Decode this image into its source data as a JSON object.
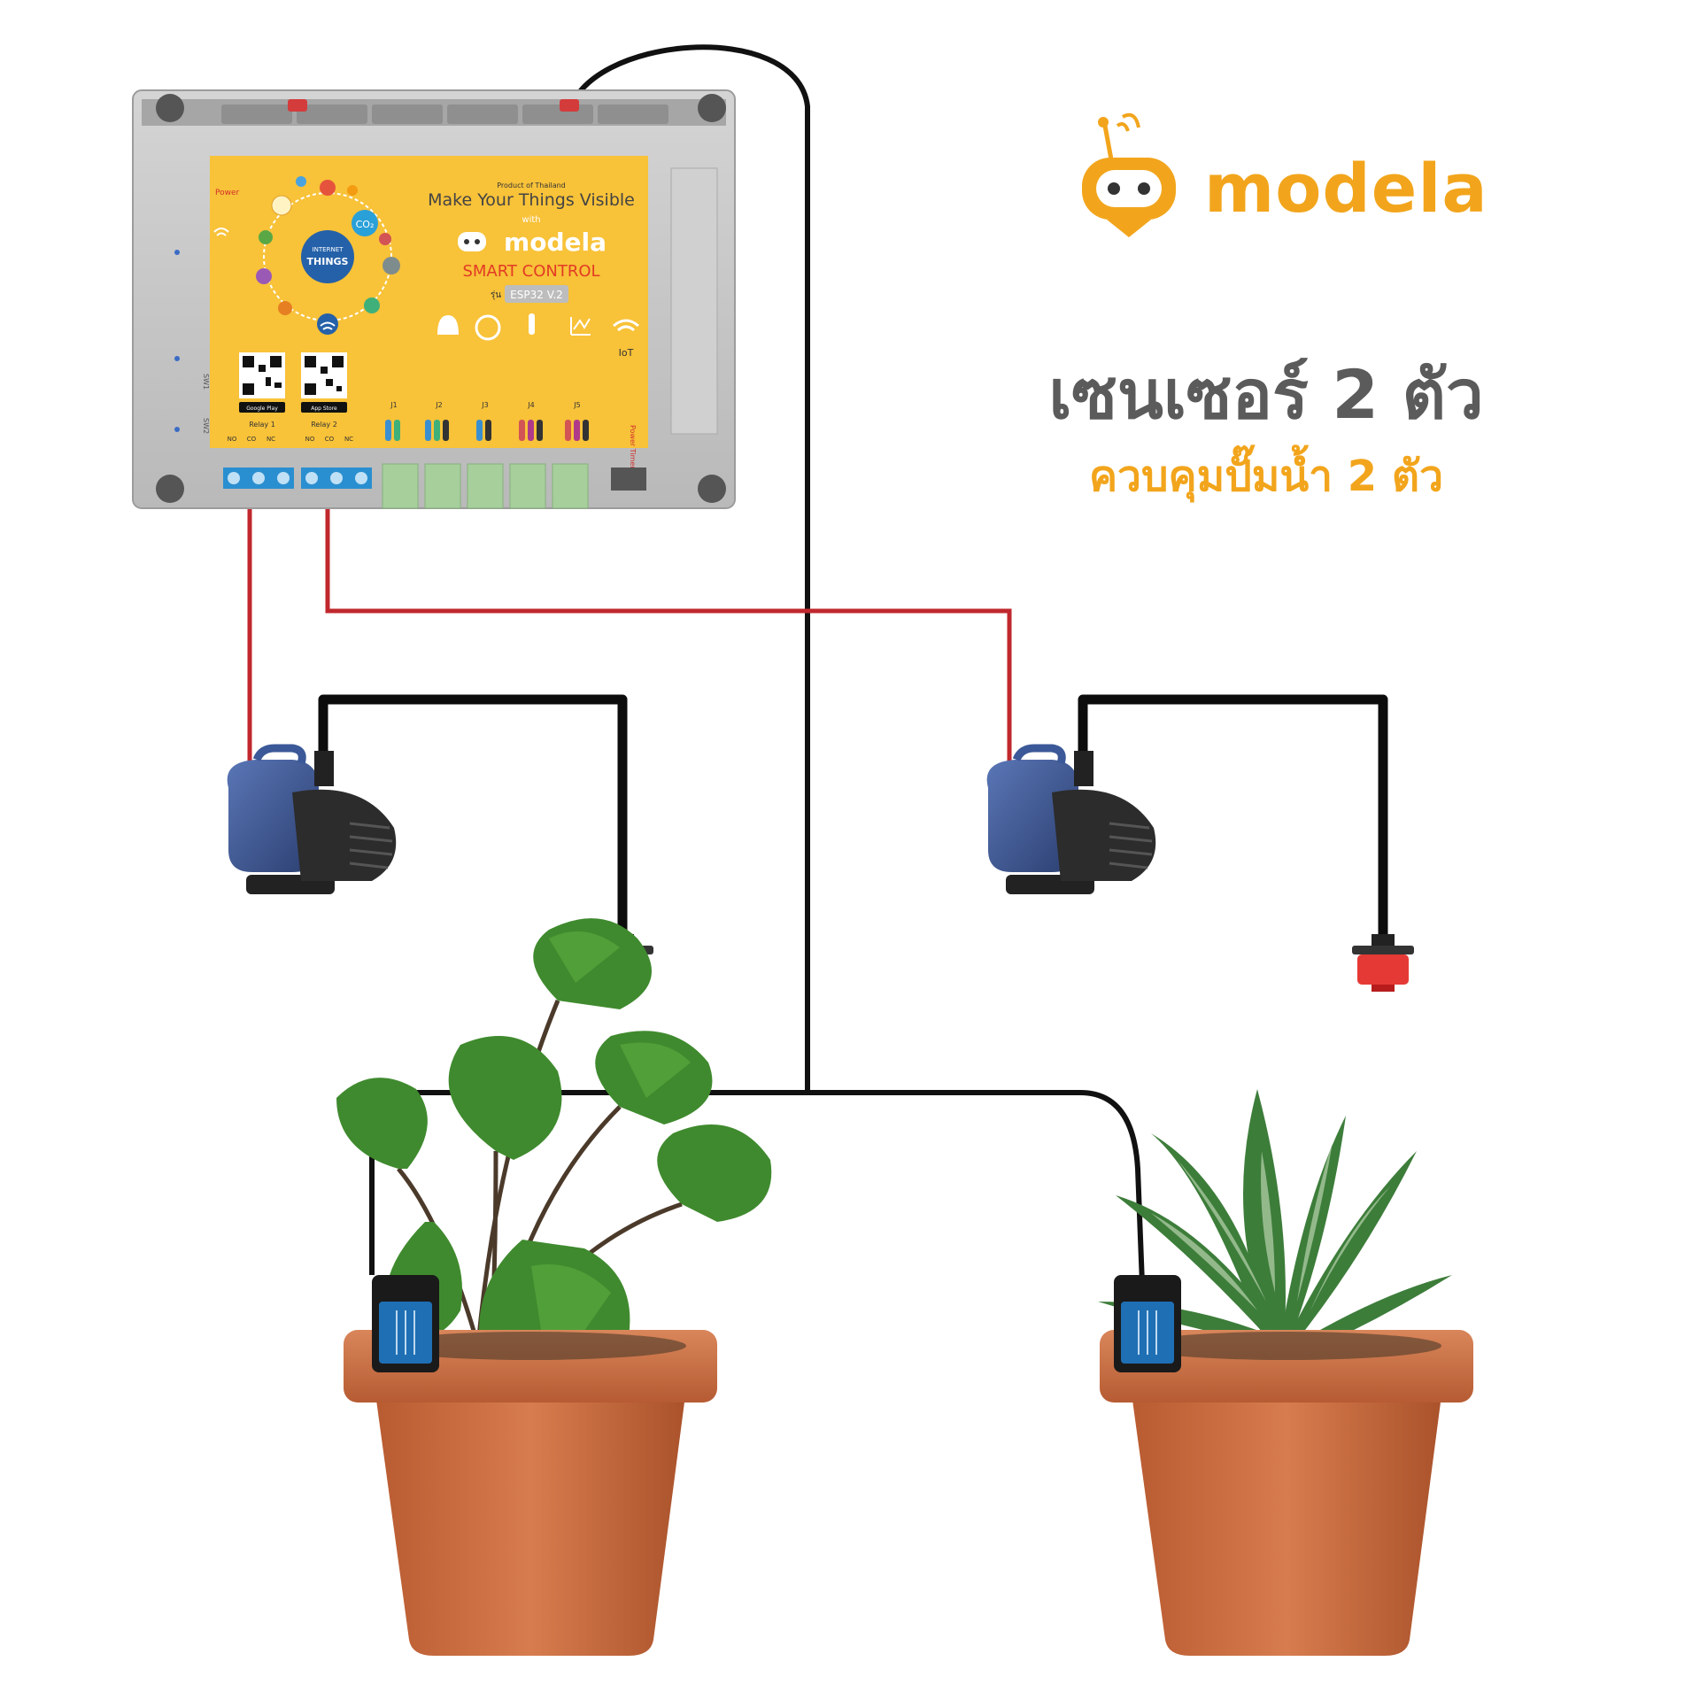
{
  "brand": {
    "name": "modela"
  },
  "headline": {
    "title": "เซนเซอร์ 2 ตัว",
    "subtitle": "ควบคุมปั๊มน้ำ 2 ตัว"
  },
  "controller": {
    "power_label": "Power",
    "product_origin": "Product of Thailand",
    "tagline": "Make Your Things Visible",
    "with_label": "with",
    "logo_text": "modela",
    "product_name": "SMART CONTROL",
    "model_prefix": "รุ่น",
    "model": "ESP32 V.2",
    "iot_badge_line1": "INTERNET",
    "iot_badge_line2": "THINGS",
    "co2_label": "CO₂",
    "iot_label": "IoT",
    "google_play_label": "Google Play",
    "app_store_label": "App Store",
    "relay1_label": "Relay 1",
    "relay2_label": "Relay 2",
    "terminals": [
      "NO",
      "CO",
      "NC"
    ],
    "switch1_label": "SW1",
    "switch2_label": "SW2",
    "ports": [
      "J1",
      "J2",
      "J3",
      "J4",
      "J5"
    ],
    "power_timer_label": "Power Timer"
  },
  "colors": {
    "accent": "#f2a51c",
    "panel": "#f8c239",
    "enclosure": "#c9c9c9",
    "relay_wire": "#c0282e",
    "sensor_wire": "#111111",
    "pot": "#c86a3e",
    "pump_blue": "#3b5998",
    "dripper_red": "#e53935"
  }
}
